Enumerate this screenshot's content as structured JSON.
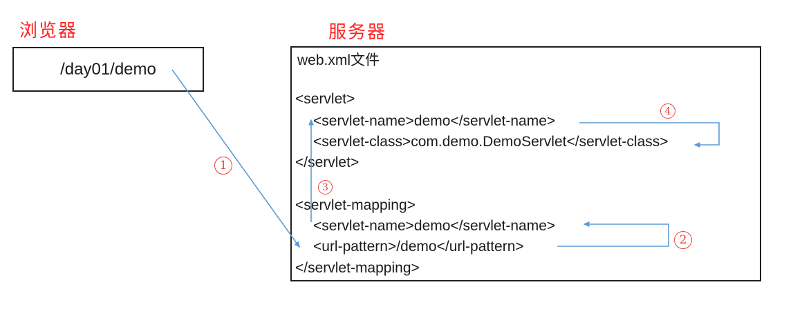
{
  "labels": {
    "browser": "浏览器",
    "server": "服务器"
  },
  "browser_box": {
    "url": "/day01/demo"
  },
  "server_box": {
    "title": "web.xml文件",
    "code_lines": [
      "<servlet>",
      "<servlet-name>demo</servlet-name>",
      "<servlet-class>com.demo.DemoServlet</servlet-class>",
      "</servlet>",
      "<servlet-mapping>",
      "<servlet-name>demo</servlet-name>",
      "<url-pattern>/demo</url-pattern>",
      "</servlet-mapping>"
    ]
  },
  "steps": [
    "1",
    "2",
    "3",
    "4"
  ],
  "colors": {
    "arrow_blue": "#5B9BD5",
    "label_red": "#FF2222",
    "circle_red": "#E8433C",
    "text_black": "#1A1A1A",
    "border_black": "#1F1F1F"
  }
}
